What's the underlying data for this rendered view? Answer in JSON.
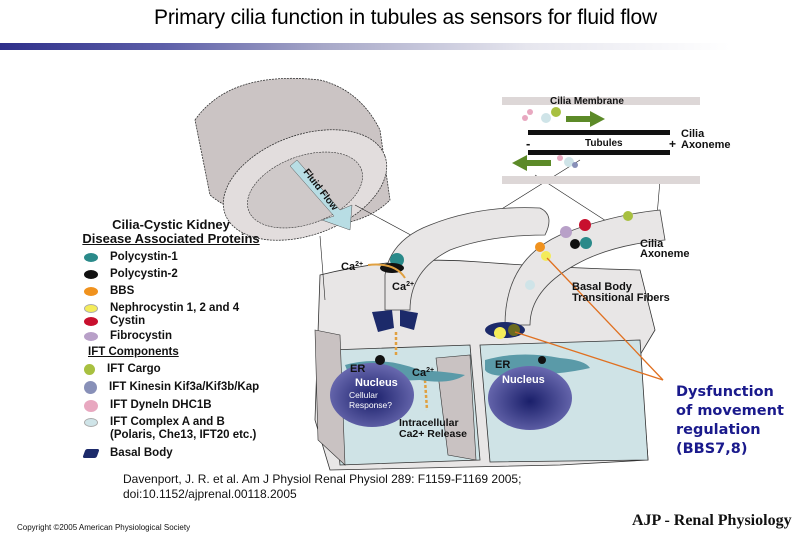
{
  "title": "Primary cilia function in tubules as sensors for fluid flow",
  "diagram": {
    "fluid_flow_label": "Fluid Flow",
    "cilia_membrane_label": "Cilia Membrane",
    "tubules_label": "Tubules",
    "minus_label": "-",
    "plus_label": "+",
    "cilia_axoneme_top": [
      "Cilia",
      "Axoneme"
    ],
    "cilia_axoneme_mid": [
      "Cilia",
      "Axoneme"
    ],
    "basal_body_label": [
      "Basal Body",
      "Transitional Fibers"
    ],
    "ca_outer_label": "Ca",
    "ca_inner_label": "Ca",
    "ca_er_label": "Ca",
    "superscript": "2+",
    "er_left": "ER",
    "er_right": "ER",
    "nucleus_left": "Nucleus",
    "nucleus_right": "Nucleus",
    "cellular_response": [
      "Cellular",
      "Response?"
    ],
    "intracellular_release": [
      "Intracellular",
      "Ca2+ Release"
    ]
  },
  "legend": {
    "heading_line1": "Cilia-Cystic Kidney",
    "heading_line2": "Disease Associated Proteins",
    "proteins": [
      {
        "label": "Polycystin-1",
        "color": "#2a8a8a"
      },
      {
        "label": "Polycystin-2",
        "color": "#111111"
      },
      {
        "label": "BBS",
        "color": "#f0921e"
      },
      {
        "label": "Nephrocystin 1, 2 and 4",
        "color": "#f4ec5a"
      },
      {
        "label": "Cystin",
        "color": "#c8102e"
      },
      {
        "label": "Fibrocystin",
        "color": "#b8a0c8"
      }
    ],
    "ift_heading": "IFT Components",
    "ift": [
      {
        "label": "IFT Cargo",
        "color": "#a8c040"
      },
      {
        "label": "IFT Kinesin Kif3a/Kif3b/Kap",
        "color": "#8890b8"
      },
      {
        "label": "IFT Dyneln DHC1B",
        "color": "#e8a8c0"
      },
      {
        "label": "IFT Complex A and B",
        "label2": "(Polaris, Che13, IFT20 etc.)",
        "color": "#cfe4e8"
      },
      {
        "label": "Basal Body",
        "color": "#1c2a6a"
      }
    ]
  },
  "annotation": {
    "lines": [
      "Dysfunction",
      "of movement",
      "regulation",
      "(BBS7,8)"
    ]
  },
  "citation": {
    "line1": "Davenport, J. R. et al. Am J Physiol Renal Physiol 289: F1159-F1169 2005;",
    "line2": "doi:10.1152/ajprenal.00118.2005"
  },
  "copyright": "Copyright ©2005 American Physiological Society",
  "journal": "AJP - Renal Physiology"
}
